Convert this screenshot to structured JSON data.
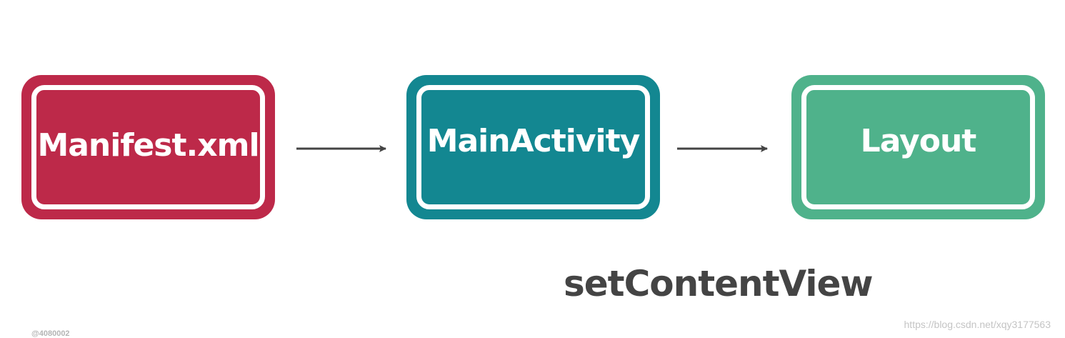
{
  "nodes": [
    {
      "id": "manifest",
      "label": "Manifest.xml",
      "color": "#bd2949"
    },
    {
      "id": "main",
      "label": "MainActivity",
      "color": "#138791"
    },
    {
      "id": "layout",
      "label": "Layout",
      "color": "#4fb28b"
    }
  ],
  "edges": [
    {
      "from": "manifest",
      "to": "main"
    },
    {
      "from": "main",
      "to": "layout"
    }
  ],
  "caption": "setContentView",
  "colors": {
    "arrow": "#444444",
    "caption": "#444444",
    "inner_border": "#ffffff"
  },
  "watermark": {
    "url": "https://blog.csdn.net/xqy3177563",
    "left_text": "@4080002"
  }
}
